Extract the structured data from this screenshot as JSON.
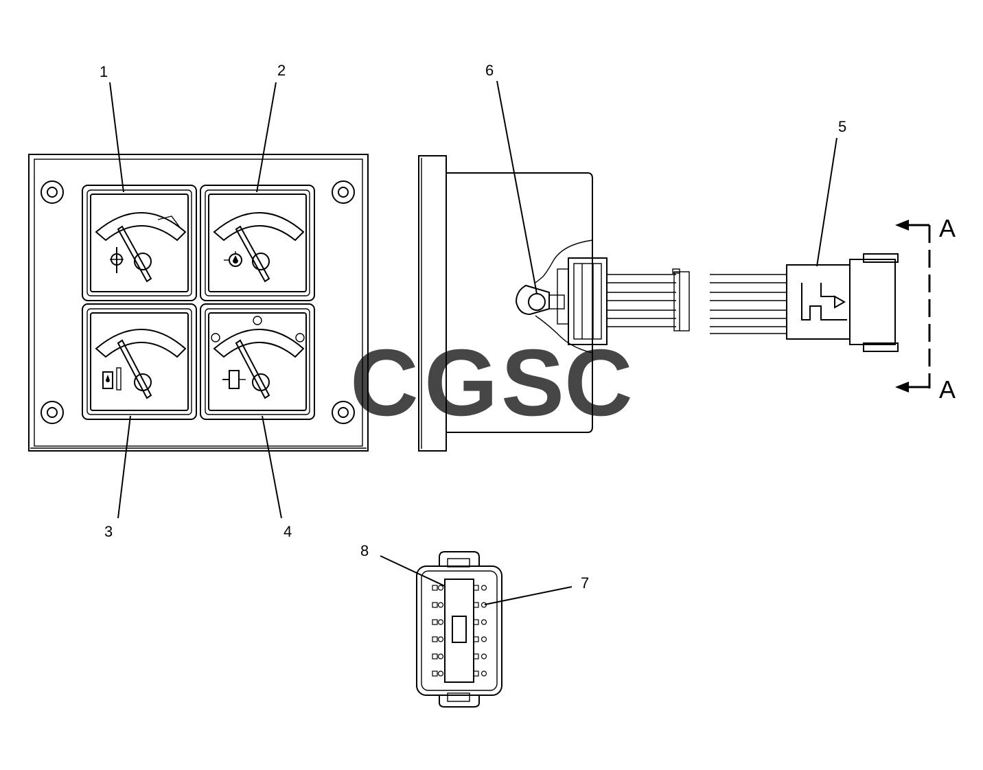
{
  "callouts": [
    {
      "id": "callout-1",
      "label": "1"
    },
    {
      "id": "callout-2",
      "label": "2"
    },
    {
      "id": "callout-3",
      "label": "3"
    },
    {
      "id": "callout-4",
      "label": "4"
    },
    {
      "id": "callout-5",
      "label": "5"
    },
    {
      "id": "callout-6",
      "label": "6"
    },
    {
      "id": "callout-7",
      "label": "7"
    },
    {
      "id": "callout-8",
      "label": "8"
    }
  ],
  "section_marks": {
    "top": "A",
    "bottom": "A"
  },
  "watermark": {
    "letters": [
      "C",
      "G",
      "S",
      "C"
    ],
    "colors": [
      "#4d8ef0",
      "#ee6e5e",
      "#f6cf4a",
      "#3aa870"
    ]
  },
  "gauges": [
    {
      "name": "gauge-1",
      "icon": "coolant-temperature-icon"
    },
    {
      "name": "gauge-2",
      "icon": "engine-oil-pressure-icon"
    },
    {
      "name": "gauge-3",
      "icon": "fuel-level-icon"
    },
    {
      "name": "gauge-4",
      "icon": "battery-voltage-icon"
    }
  ]
}
